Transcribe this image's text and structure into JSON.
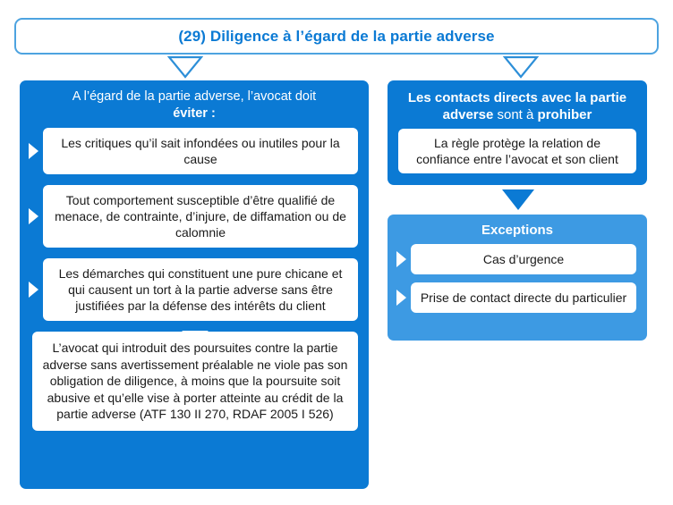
{
  "title": {
    "text": "(29) Diligence à l’égard de la partie adverse",
    "border_color": "#4da3e0",
    "text_color": "#0b7ad4"
  },
  "colors": {
    "panel_blue": "#0b7ad4",
    "exceptions_blue": "#3d9ae3",
    "card_white": "#ffffff",
    "card_text": "#1a1a1a"
  },
  "connectors": {
    "left_hollow_triangle": "hollow-down-triangle",
    "right_hollow_triangle": "hollow-down-triangle",
    "solid_triangle": "solid-down-triangle",
    "card_notch": "notch-down-indent"
  },
  "left_panel": {
    "header_part1": "A l’égard de la partie adverse, l’avocat doit",
    "header_part2": "éviter :",
    "cards": [
      {
        "text": "Les critiques qu’il sait infondées ou inutiles pour la cause",
        "bullet": "right-triangle-marker"
      },
      {
        "text": "Tout comportement susceptible d’être qualifié de menace, de contrainte, d’injure, de diffamation ou de calomnie",
        "bullet": "right-triangle-marker"
      },
      {
        "text": "Les démarches qui constituent une pure chicane et qui causent un tort à la partie adverse sans être justifiées par la défense des intérêts du client",
        "bullet": "right-triangle-marker"
      }
    ],
    "card4": {
      "text": "L’avocat qui introduit des poursuites contre la partie adverse sans avertissement préalable ne viole pas son obligation de diligence, à moins que la poursuite soit abusive et qu’elle vise à porter atteinte au crédit de la partie adverse (ATF 130 II 270, RDAF 2005 I 526)"
    }
  },
  "right_panel": {
    "header_strong1": "Les contacts directs avec la partie adverse",
    "header_normal": " sont à ",
    "header_strong2": "prohiber",
    "cards": [
      {
        "text": "La règle protège la relation de confiance entre l’avocat et son client"
      }
    ]
  },
  "exceptions": {
    "title": "Exceptions",
    "cards": [
      {
        "text": "Cas d’urgence",
        "bullet": "right-triangle-marker"
      },
      {
        "text": "Prise de contact directe du particulier",
        "bullet": "right-triangle-marker"
      }
    ]
  }
}
